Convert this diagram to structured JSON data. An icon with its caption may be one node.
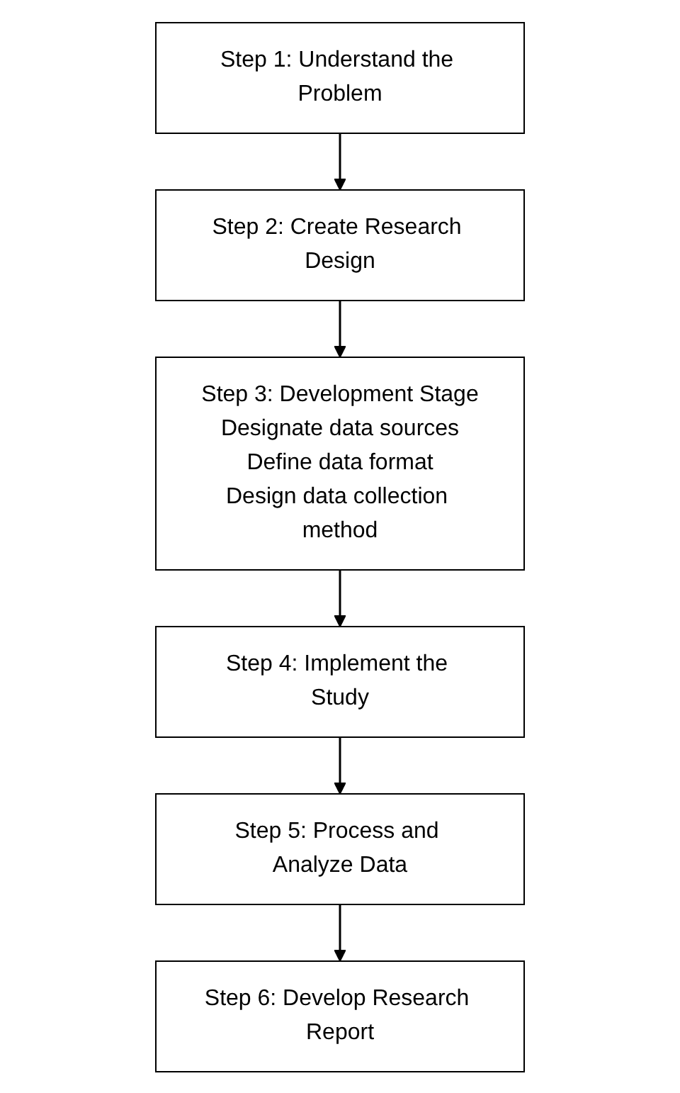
{
  "diagram": {
    "nodes": [
      {
        "text": [
          "Step 1: Understand the Problem"
        ]
      },
      {
        "text": [
          "Step 2: Create Research Design"
        ]
      },
      {
        "text": [
          "Step 3: Development Stage",
          "Designate data sources",
          "Define data format",
          "Design data collection method"
        ]
      },
      {
        "text": [
          "Step 4: Implement the Study"
        ]
      },
      {
        "text": [
          "Step 5: Process and Analyze Data"
        ]
      },
      {
        "text": [
          "Step 6: Develop Research Report"
        ]
      }
    ],
    "edges": [
      {
        "from": 0,
        "to": 1,
        "arrow": "to"
      },
      {
        "from": 1,
        "to": 2,
        "arrow": "to"
      },
      {
        "from": 2,
        "to": 3,
        "arrow": "to"
      },
      {
        "from": 3,
        "to": 4,
        "arrow": "to"
      },
      {
        "from": 4,
        "to": 5,
        "arrow": "to"
      }
    ]
  }
}
